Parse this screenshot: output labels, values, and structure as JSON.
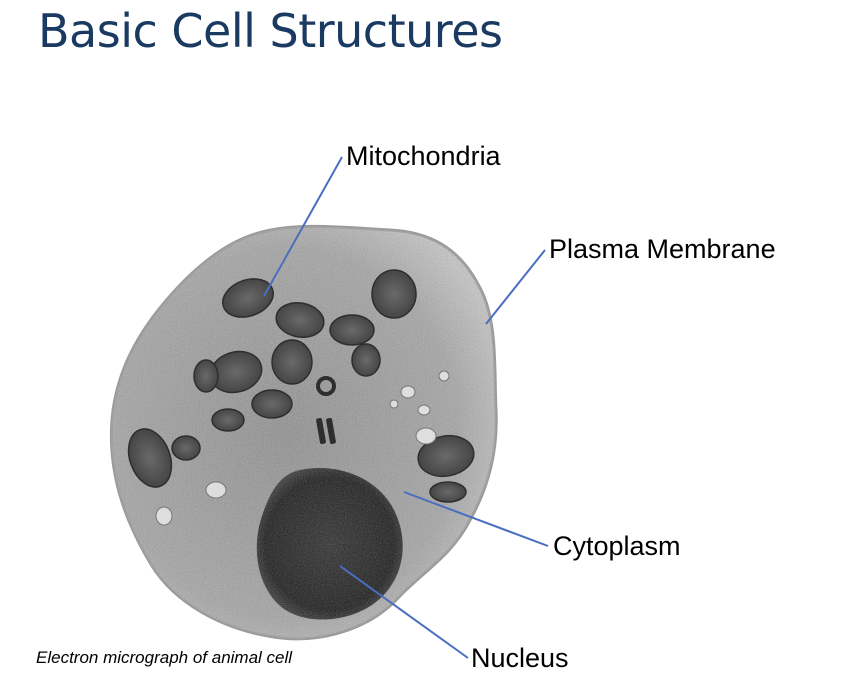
{
  "title": "Basic Cell Structures",
  "labels": {
    "mitochondria": "Mitochondria",
    "plasma_membrane": "Plasma Membrane",
    "cytoplasm": "Cytoplasm",
    "nucleus": "Nucleus"
  },
  "caption": "Electron micrograph of animal cell",
  "colors": {
    "title": "#1a3a62",
    "leader_line": "#4a6fc0"
  }
}
